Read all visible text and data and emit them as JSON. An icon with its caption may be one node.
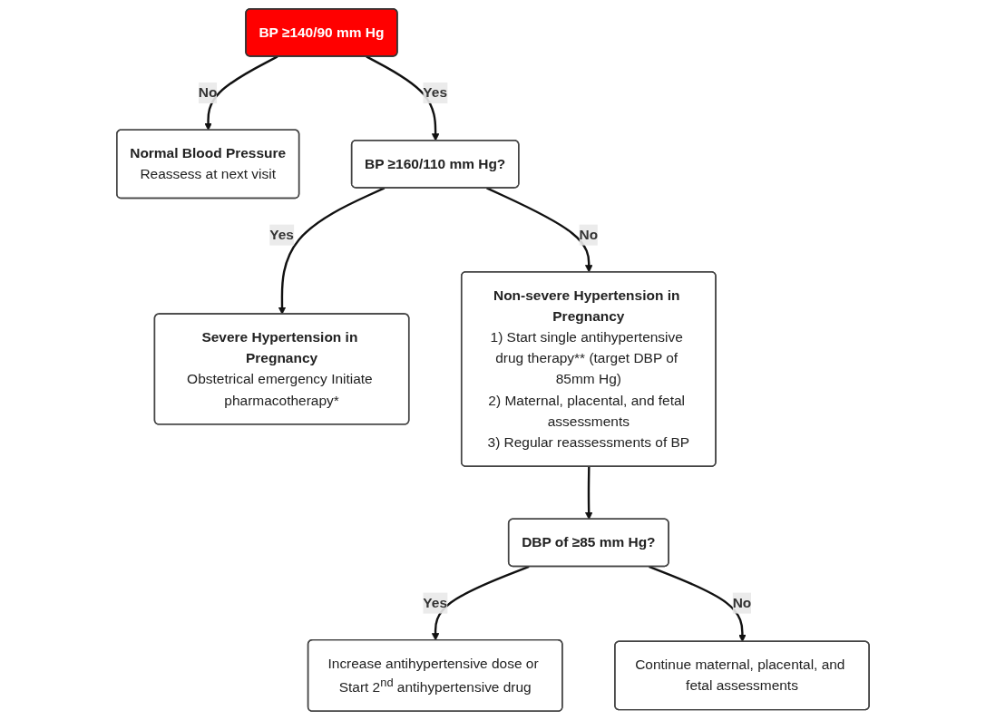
{
  "diagram": {
    "nodes": [
      {
        "text": [
          "BP  ≥140/90 mm Hg"
        ]
      },
      {
        "text": [
          "Normal Blood Pressure",
          "Reassess at next visit"
        ]
      },
      {
        "text": [
          "BP ≥160/110 mm Hg?"
        ]
      },
      {
        "text": [
          "Severe Hypertension in Pregnancy",
          "Obstetrical emergency Initiate pharmacotherapy*"
        ]
      },
      {
        "text": [
          "Non-severe Hypertension in Pregnancy",
          "1) Start single antihypertensive drug therapy** (target DBP of 85mm Hg)",
          "2) Maternal, placental, and fetal assessments",
          "3) Regular reassessments of BP"
        ]
      },
      {
        "text": [
          "DBP of ≥85 mm Hg?"
        ]
      },
      {
        "text": [
          "Increase antihypertensive dose or Start 2$^{nd}$ antihypertensive drug"
        ]
      },
      {
        "text": [
          "Continue maternal, placental, and fetal assessments"
        ]
      }
    ],
    "edges": [
      {
        "from": 0,
        "to": 1,
        "arrow": "to",
        "label": "No"
      },
      {
        "from": 0,
        "to": 2,
        "arrow": "to",
        "label": "Yes"
      },
      {
        "from": 2,
        "to": 3,
        "arrow": "to",
        "label": "Yes"
      },
      {
        "from": 2,
        "to": 4,
        "arrow": "to",
        "label": "No"
      },
      {
        "from": 4,
        "to": 5,
        "arrow": "to"
      },
      {
        "from": 5,
        "to": 6,
        "arrow": "to",
        "label": "Yes"
      },
      {
        "from": 5,
        "to": 7,
        "arrow": "to",
        "label": "No"
      }
    ]
  }
}
